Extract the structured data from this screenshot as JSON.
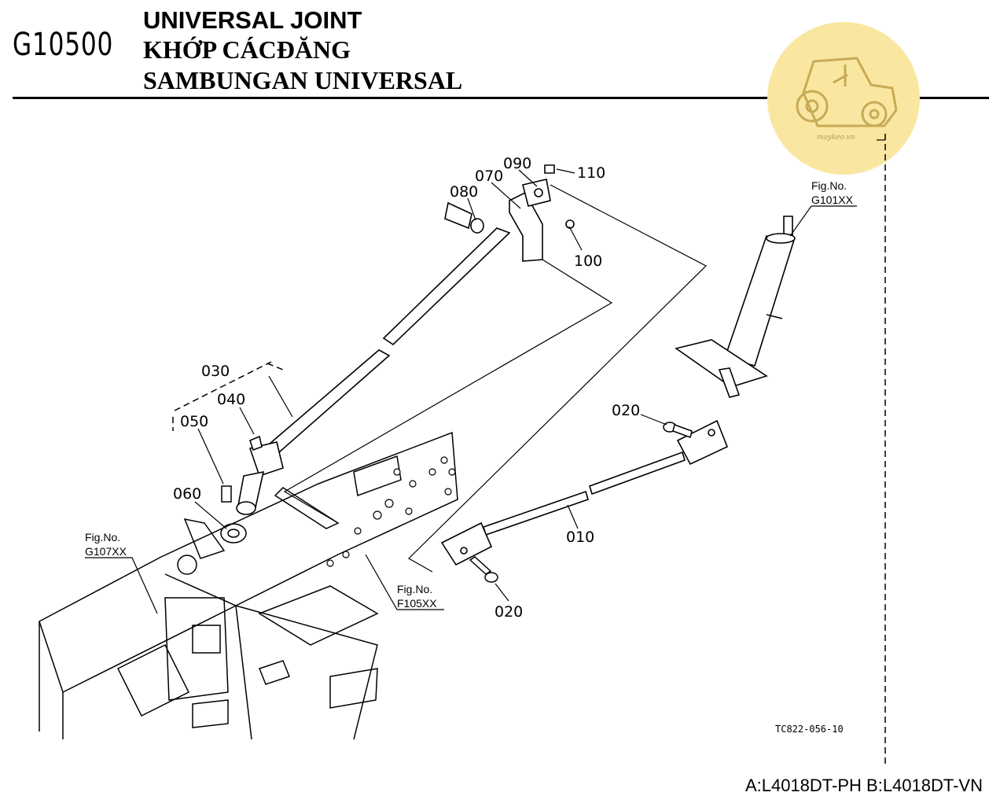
{
  "header": {
    "code": "G10500",
    "title_en": "UNIVERSAL JOINT",
    "title_vi": "KHỚP CÁCĐĂNG",
    "title_id": "SAMBUNGAN UNIVERSAL"
  },
  "logo": {
    "icon": "tractor-icon",
    "text": "maykeo.vn",
    "color": "#f9e7a1"
  },
  "parts": {
    "p010": "010",
    "p020a": "020",
    "p020b": "020",
    "p030": "030",
    "p040": "040",
    "p050": "050",
    "p060": "060",
    "p070": "070",
    "p080": "080",
    "p090": "090",
    "p100": "100",
    "p110": "110"
  },
  "figure_refs": {
    "g101": {
      "label": "Fig.No.",
      "code": "G101XX"
    },
    "g107": {
      "label": "Fig.No.",
      "code": "G107XX"
    },
    "f105": {
      "label": "Fig.No.",
      "code": "F105XX"
    }
  },
  "drawing_ref": "TC822-056-10",
  "footer": "A:L4018DT-PH B:L4018DT-VN"
}
